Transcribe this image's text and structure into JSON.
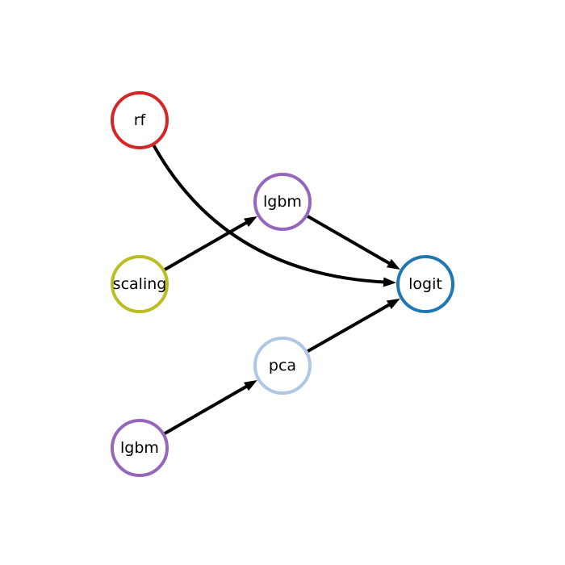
{
  "diagram": {
    "nodes": [
      {
        "id": "rf",
        "label": "rf",
        "color": "#d62728"
      },
      {
        "id": "scaling",
        "label": "scaling",
        "color": "#bcbd22"
      },
      {
        "id": "lgbm_bottom",
        "label": "lgbm",
        "color": "#9467bd"
      },
      {
        "id": "lgbm_mid",
        "label": "lgbm",
        "color": "#9467bd"
      },
      {
        "id": "pca",
        "label": "pca",
        "color": "#aec7e8"
      },
      {
        "id": "logit",
        "label": "logit",
        "color": "#1f77b4"
      }
    ],
    "edges": [
      {
        "from": "rf",
        "to": "logit",
        "curved": true
      },
      {
        "from": "scaling",
        "to": "lgbm_mid",
        "curved": false
      },
      {
        "from": "lgbm_mid",
        "to": "logit",
        "curved": false
      },
      {
        "from": "lgbm_bottom",
        "to": "pca",
        "curved": false
      },
      {
        "from": "pca",
        "to": "logit",
        "curved": false
      }
    ],
    "edge_color": "#000000"
  }
}
